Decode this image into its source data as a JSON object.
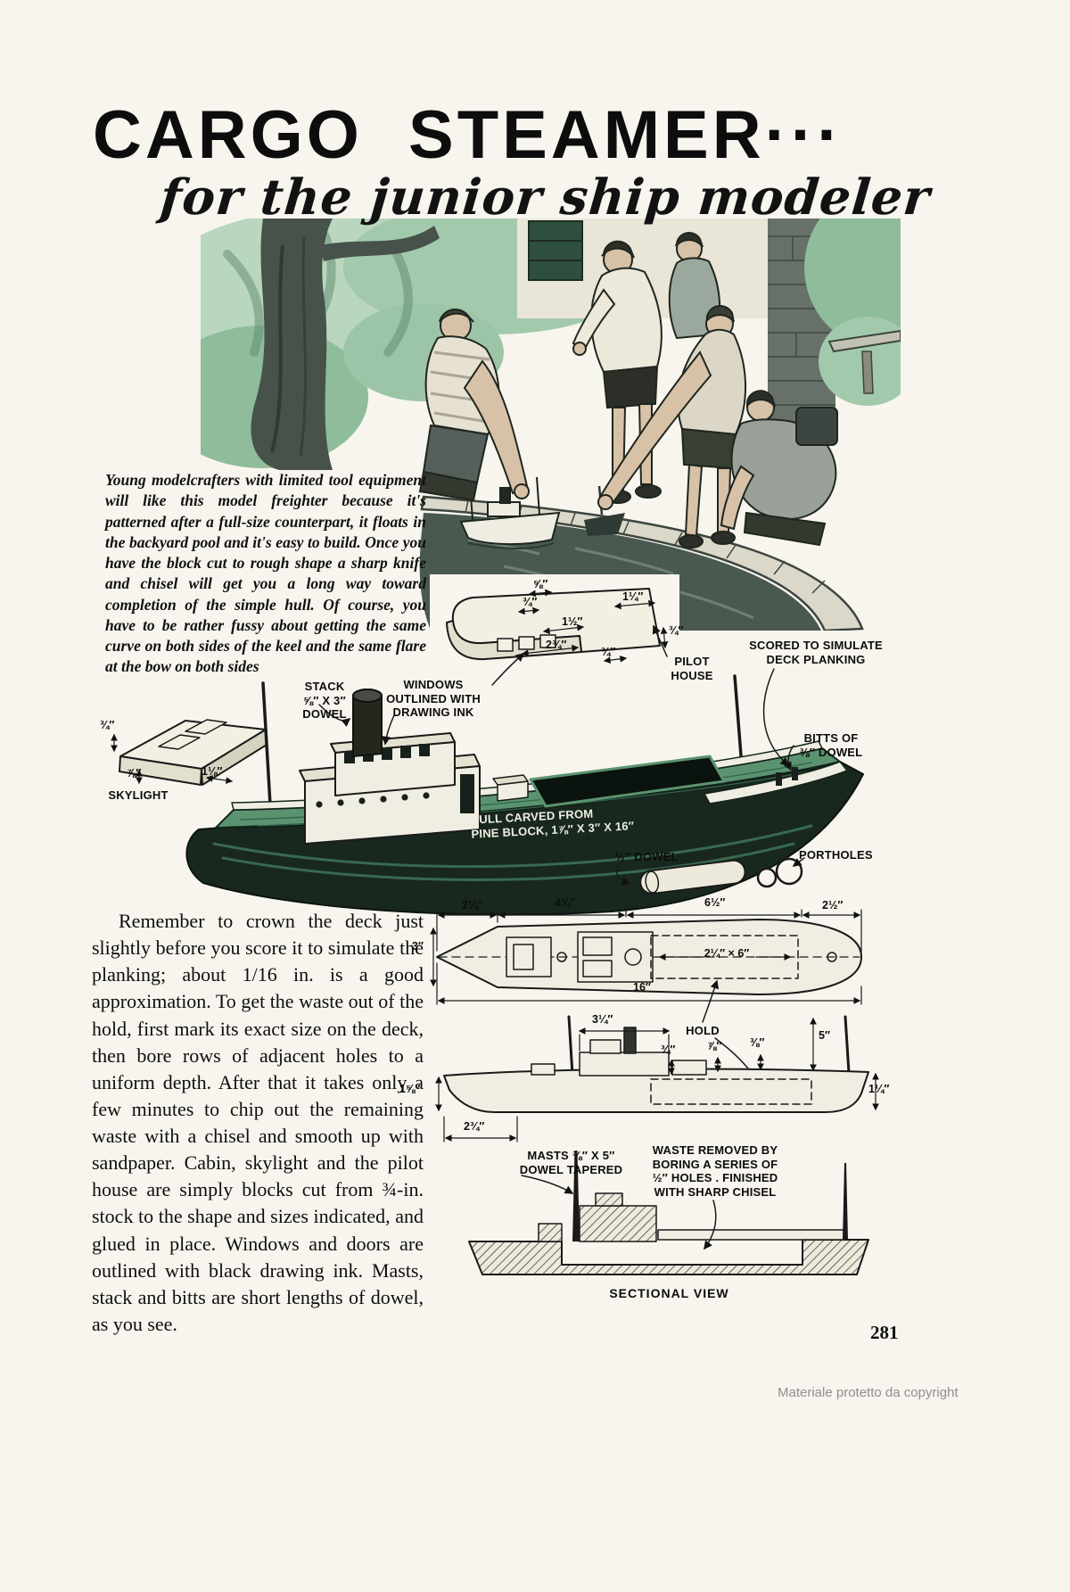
{
  "page": {
    "number": "281",
    "watermark": "Materiale protetto da copyright"
  },
  "header": {
    "title": "CARGO STEAMER···",
    "subtitle": "for the junior ship modeler"
  },
  "intro": {
    "text": "Young modelcrafters with limited tool equipment will like this model freighter because it's patterned after a full-size counterpart, it floats in the backyard pool and it's easy to build. Once you have the block cut to rough shape a sharp knife and chisel will get you a long way toward completion of the simple hull. Of course, you have to be rather fussy about getting the same curve on both sides of the keel and the same flare at the bow on both sides"
  },
  "body": {
    "text": "Remember to crown the deck just slightly before you score it to simulate the planking; about 1/16 in. is a good approximation. To get the waste out of the hold, first mark its exact size on the deck, then bore rows of adjacent holes to a uniform depth. After that it takes only a few minutes to chip out the remaining waste with a chisel and smooth up with sandpaper. Cabin, skylight and the pilot house are simply blocks cut from ¾-in. stock to the shape and sizes indicated, and glued in place. Windows and doors are outlined with black drawing ink. Masts, stack and bitts are short lengths of dowel, as you see."
  },
  "labels": {
    "skylight": "SKYLIGHT",
    "stack": "STACK\n⅝″ X 3″\nDOWEL",
    "windows": "WINDOWS\nOUTLINED WITH\nDRAWING INK",
    "pilot_house": "PILOT\nHOUSE",
    "scored": "SCORED TO SIMULATE\nDECK PLANKING",
    "bitts": "BITTS OF\n⅜″ DOWEL",
    "hull": "HULL CARVED FROM\nPINE BLOCK, 1⅞″ X 3″ X 16″",
    "dowel": "½″ DOWEL",
    "portholes": "PORTHOLES",
    "hold": "HOLD",
    "masts": "MASTS ⅜″ X 5″\nDOWEL TAPERED",
    "waste": "WASTE REMOVED BY\nBORING A SERIES OF\n½″ HOLES . FINISHED\nWITH SHARP CHISEL",
    "sectional": "SECTIONAL VIEW"
  },
  "dims": {
    "ph1": "⅝″",
    "ph2": "¾″",
    "ph3": "1¼″",
    "ph4": "1½″",
    "ph5": "2¾″",
    "ph6": "¾″",
    "ph7": "¾″",
    "sk1": "¾″",
    "sk2": "⅞″",
    "sk3": "1⅛″",
    "pl1": "2¼″",
    "pl2": "4¾″",
    "pl3": "6½″",
    "pl4": "2½″",
    "pl5": "3″",
    "pl6": "16″",
    "pl7": "2¼″ × 6″",
    "sd1": "3¼″",
    "sd2": "¾″",
    "sd3": "⅞″",
    "sd4": "⅜″",
    "sd5": "5″",
    "sd6": "1⅝″",
    "sd7": "2¾″",
    "sd8": "1¼″"
  }
}
